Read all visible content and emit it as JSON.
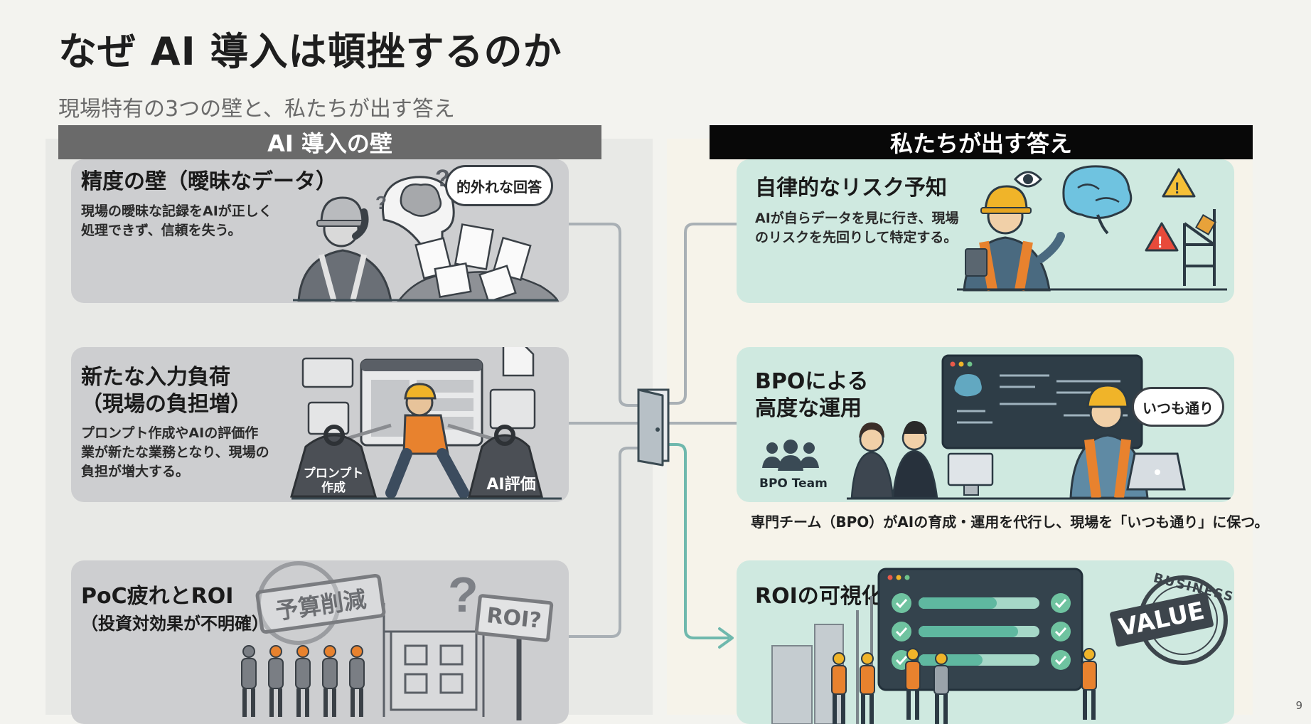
{
  "slide": {
    "title": "なぜ AI 導入は頓挫するのか",
    "subtitle": "現場特有の3つの壁と、私たちが出す答え",
    "page_number": "9"
  },
  "left_header": "AI 導入の壁",
  "right_header": "私たちが出す答え",
  "walls": [
    {
      "title": "精度の壁（曖昧なデータ）",
      "desc_lines": [
        "現場の曖昧な記録をAIが正しく",
        "処理できず、信頼を失う。"
      ],
      "bubble": "的外れな回答"
    },
    {
      "title_lines": [
        "新たな入力負荷",
        "（現場の負担増）"
      ],
      "desc_lines": [
        "プロンプト作成やAIの評価作",
        "業が新たな業務となり、現場の",
        "負担が増大する。"
      ],
      "weight_left_lines": [
        "プロンプト",
        "作成"
      ],
      "weight_right": "AI評価"
    },
    {
      "title_lines": [
        "PoC疲れとROI",
        "（投資対効果が不明確）"
      ],
      "stamp": "予算削減",
      "sign": "ROI?"
    }
  ],
  "answers": [
    {
      "title": "自律的なリスク予知",
      "desc_lines": [
        "AIが自らデータを見に行き、現場",
        "のリスクを先回りして特定する。"
      ]
    },
    {
      "title_lines": [
        "BPOによる",
        "高度な運用"
      ],
      "team_label": "BPO Team",
      "bubble": "いつも通り",
      "caption": "専門チーム（BPO）がAIの育成・運用を代行し、現場を「いつも通り」に保つ。"
    },
    {
      "title": "ROIの可視化",
      "badge_top": "BUSINESS",
      "badge_main": "VALUE"
    }
  ],
  "colors": {
    "left_header_bg": "#6a6a6a",
    "right_header_bg": "#080808",
    "wall_card_bg": "#cdced0",
    "answer_card_bg": "#cfe9e0",
    "accent_teal": "#6fb8ad",
    "safety_orange": "#e8822e",
    "helmet_yellow": "#f0b429"
  }
}
